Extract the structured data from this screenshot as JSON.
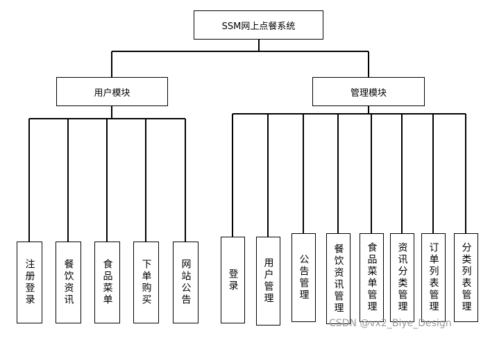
{
  "root": {
    "label": "SSM网上点餐系统"
  },
  "modules": [
    {
      "label": "用户模块",
      "children": [
        "注册登录",
        "餐饮资讯",
        "食品菜单",
        "下单购买",
        "网站公告"
      ]
    },
    {
      "label": "管理模块",
      "children": [
        "登录",
        "用户管理",
        "公告管理",
        "餐饮资讯管理",
        "食品菜单管理",
        "资讯分类管理",
        "订单列表管理",
        "分类列表管理"
      ]
    }
  ],
  "watermark": "CSDN @vx2_Biye_Design"
}
